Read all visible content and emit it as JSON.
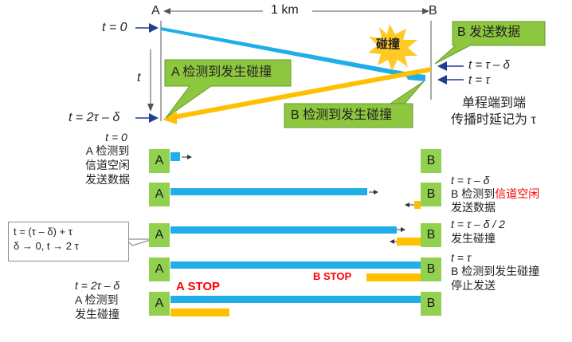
{
  "top": {
    "label_A": "A",
    "label_B": "B",
    "distance": "1 km",
    "t0": "t = 0",
    "t_axis": "t",
    "t_end": "t = 2τ – δ",
    "t_b1": "t = τ – δ",
    "t_b2": "t = τ",
    "collision_burst": "碰撞",
    "callout_b_send": "B 发送数据",
    "callout_a_detect": "A 检测到发生碰撞",
    "callout_b_detect": "B 检测到发生碰撞",
    "note_line1": "单程端到端",
    "note_line2": "传播时延记为 τ"
  },
  "rows": [
    {
      "station_a": "A",
      "station_b": "B"
    },
    {
      "station_a": "A",
      "station_b": "B"
    },
    {
      "station_a": "A",
      "station_b": "B"
    },
    {
      "station_a": "A",
      "station_b": "B"
    },
    {
      "station_a": "A",
      "station_b": "B"
    }
  ],
  "left_labels": {
    "r1_t": "t = 0",
    "r1_l1": "A 检测到",
    "r1_l2": "信道空闲",
    "r1_l3": "发送数据",
    "r5_t": "t = 2τ – δ",
    "r5_l1": "A 检测到",
    "r5_l2": "发生碰撞"
  },
  "right_labels": {
    "r2_t": "t = τ – δ",
    "r2_l1a": "B 检测到",
    "r2_l1b": "信道空闲",
    "r2_l2": "发送数据",
    "r3_t": "t = τ – δ / 2",
    "r3_l1": "发生碰撞",
    "r4_t": "t = τ",
    "r4_l1": "B 检测到发生碰撞",
    "r4_l2": "停止发送"
  },
  "formula": {
    "line1": "t  = (τ – δ) + τ",
    "line2": "δ → 0, t → 2 τ"
  },
  "stops": {
    "a_stop": "A STOP",
    "b_stop": "B STOP"
  },
  "colors": {
    "station": "#92d050",
    "a_signal": "#1faee8",
    "b_signal": "#ffc000",
    "stop_text": "#ff0000",
    "callout": "#8dc63f"
  }
}
